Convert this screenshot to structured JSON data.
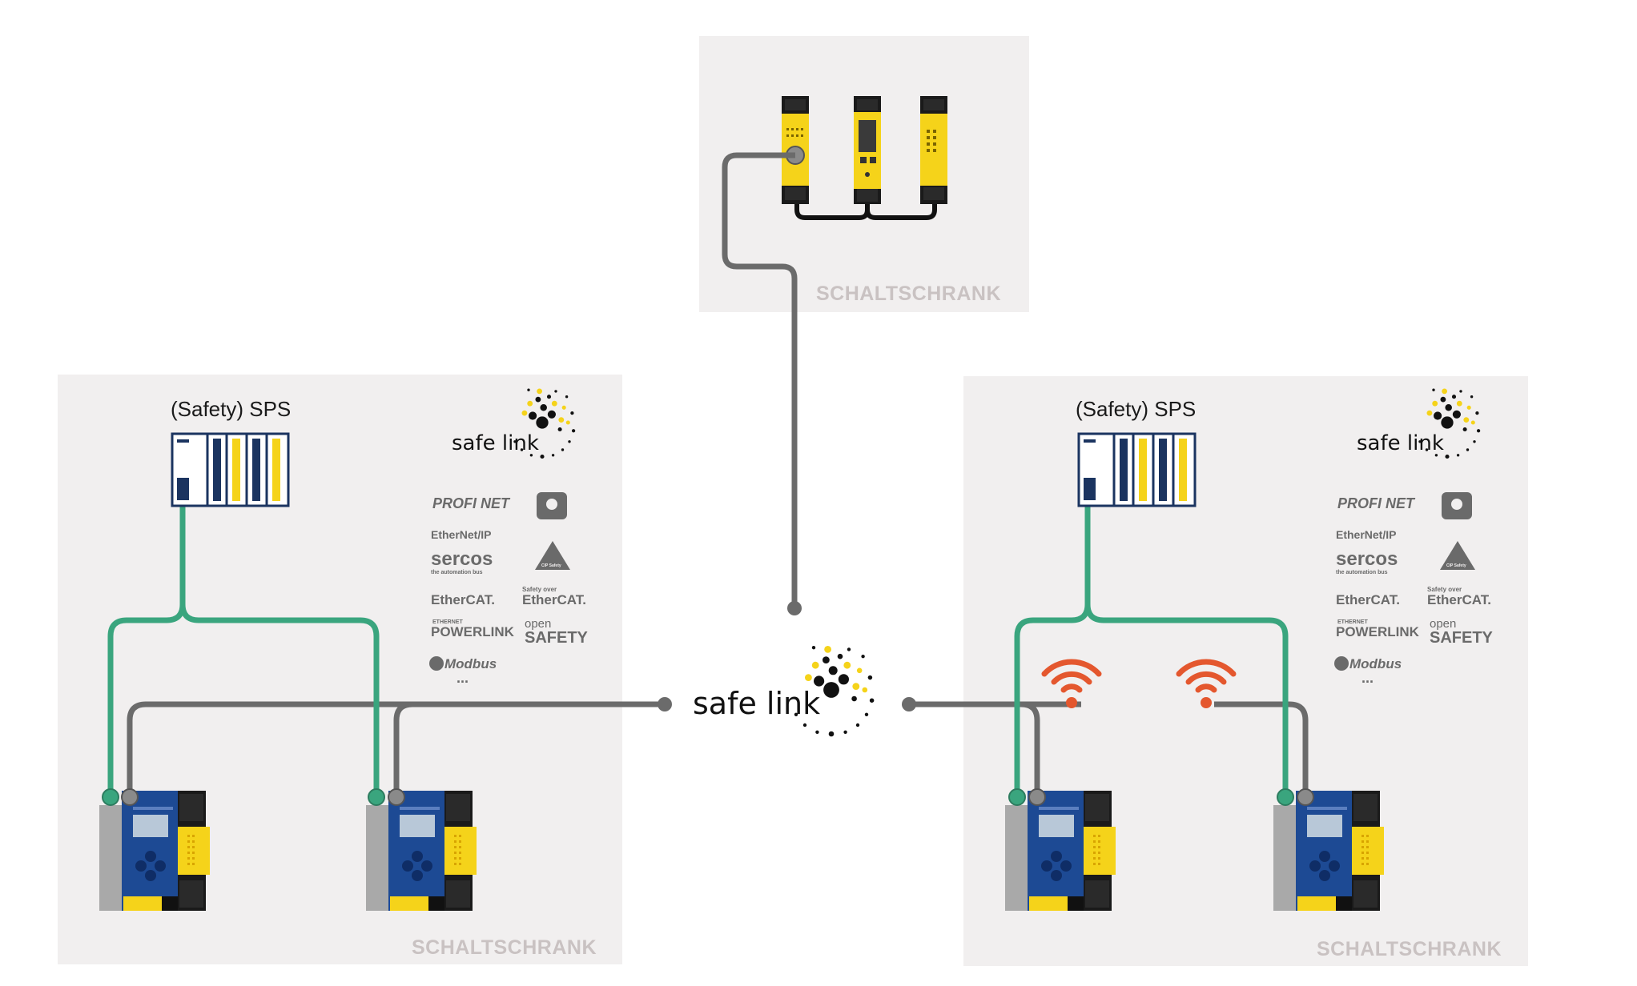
{
  "center_label": "safe link",
  "cabinets": {
    "top": {
      "label": "SCHALTSCHRANK"
    },
    "left": {
      "label": "SCHALTSCHRANK",
      "plc_label": "(Safety) SPS",
      "logo_label": "safe link"
    },
    "right": {
      "label": "SCHALTSCHRANK",
      "plc_label": "(Safety) SPS",
      "logo_label": "safe link"
    }
  },
  "protocols": {
    "profinet": "PROFI NET",
    "ethernet_ip": "EtherNet/IP",
    "sercos": "sercos",
    "sercos_sub": "the automation bus",
    "ethercat": "EtherCAT.",
    "fsoe_small": "Safety over",
    "fsoe": "EtherCAT.",
    "powerlink_small": "ETHERNET",
    "powerlink": "POWERLINK",
    "open_safety_small": "open",
    "open_safety": "SAFETY",
    "modbus": "Modbus",
    "more": "...",
    "cip_safety": "CIP Safety",
    "pilz_icon": "profinet-safety-icon"
  },
  "colors": {
    "cabinet_bg": "#f1efef",
    "safe_link_cable": "#6b6b6b",
    "fieldbus_cable": "#3aa57e",
    "module_blue": "#1d4a94",
    "module_yellow": "#f5d31a",
    "wireless": "#e4572e",
    "plc_blue": "#1b3460"
  }
}
